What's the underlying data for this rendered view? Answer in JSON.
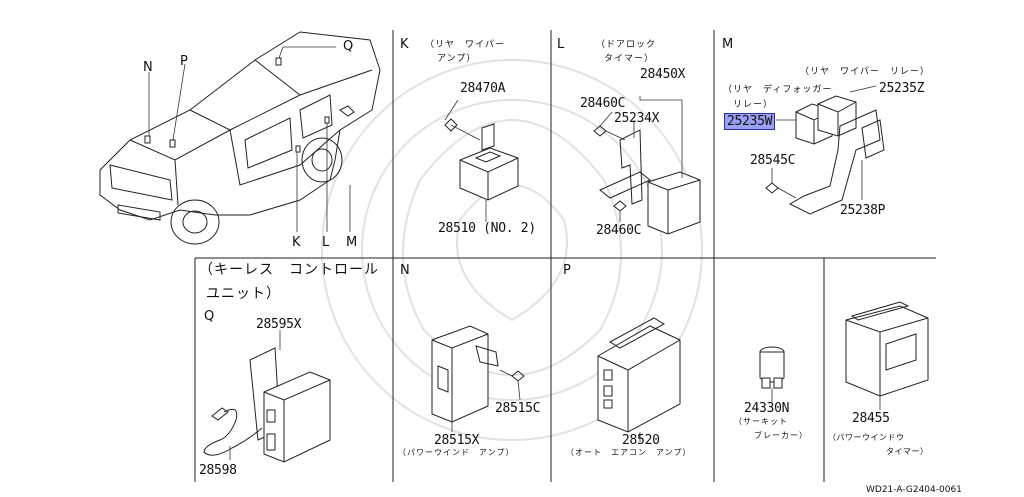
{
  "sections": {
    "K": {
      "letter": "K",
      "title_line1": "（リヤ　ワイパー",
      "title_line2": "アンプ）"
    },
    "L": {
      "letter": "L",
      "title_line1": "（ドアロック",
      "title_line2": "タイマー）"
    },
    "M": {
      "letter": "M",
      "title_relay": "（リヤ　ワイパー　リレー）",
      "title_defogger_line1": "（リヤ　ディフォッガー",
      "title_defogger_line2": "リレー）"
    },
    "Q": {
      "letter": "Q",
      "title_line1": "（キーレス　コントロール",
      "title_line2": "ユニット）"
    },
    "N": {
      "letter": "N"
    },
    "P": {
      "letter": "P"
    }
  },
  "vehicle_callouts": [
    "N",
    "P",
    "Q",
    "K",
    "L",
    "M"
  ],
  "parts": {
    "p28470A": "28470A",
    "p28510": "28510 (NO. 2)",
    "p28450X": "28450X",
    "p28460C_top": "28460C",
    "p25234X": "25234X",
    "p28460C_bottom": "28460C",
    "p25235Z": "25235Z",
    "p25235W": "25235W",
    "p28545C": "28545C",
    "p25238P": "25238P",
    "p28595X": "28595X",
    "p28598": "28598",
    "p28515X": "28515X",
    "p28515C": "28515C",
    "p28520": "28520",
    "p24330N": "24330N",
    "p28455": "28455"
  },
  "descriptions": {
    "power_window_amp": "（パワーウインド　アンプ）",
    "auto_aircon_amp": "（オート　エアコン　アンプ）",
    "circuit_breaker_line1": "（サーキット",
    "circuit_breaker_line2": "ブレーカー）",
    "power_window_timer_line1": "（パワーウインドウ",
    "power_window_timer_line2": "タイマー）"
  },
  "footer": {
    "code": "WD21-A-G2404-0061"
  },
  "colors": {
    "highlight": "#9aa0f2",
    "line": "#222222",
    "watermark": "#e2e2e2"
  }
}
